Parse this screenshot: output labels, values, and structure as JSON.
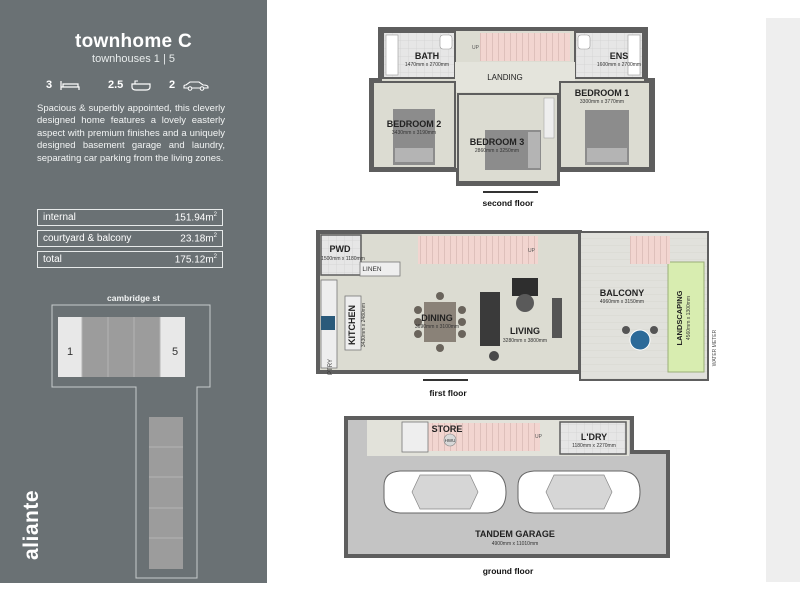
{
  "panel": {
    "title": "townhome C",
    "subtitle": "townhouses 1 | 5",
    "bedrooms": "3",
    "bathrooms": "2.5",
    "car_spaces": "2",
    "description": "Spacious & superbly appointed, this cleverly designed home features a lovely easterly aspect with premium finishes and a uniquely designed basement garage and laundry, separating car parking from the living zones.",
    "areas": [
      {
        "label": "internal",
        "value": "151.94m",
        "unit_sup": "2"
      },
      {
        "label": "courtyard & balcony",
        "value": "23.18m",
        "unit_sup": "2"
      },
      {
        "label": "total",
        "value": "175.12m",
        "unit_sup": "2"
      }
    ],
    "street": "cambridge st",
    "unit_left": "1",
    "unit_right": "5",
    "brand": "aliante"
  },
  "second_floor": {
    "label": "second floor",
    "rooms": {
      "bath": {
        "name": "BATH",
        "dim": "1470mm x 2700mm"
      },
      "ens": {
        "name": "ENS",
        "dim": "1600mm x 2700mm"
      },
      "landing": {
        "name": "LANDING"
      },
      "bed1": {
        "name": "BEDROOM 1",
        "dim": "3300mm x 3770mm"
      },
      "bed2": {
        "name": "BEDROOM 2",
        "dim": "3430mm x 3190mm"
      },
      "bed3": {
        "name": "BEDROOM 3",
        "dim": "2860mm x 3250mm"
      }
    },
    "up": "UP"
  },
  "first_floor": {
    "label": "first floor",
    "rooms": {
      "pwd": {
        "name": "PWD",
        "dim": "1500mm x 1180mm"
      },
      "linen": {
        "name": "LINEN"
      },
      "kitchen": {
        "name": "KITCHEN",
        "dim": "3430mm x 2480mm"
      },
      "dining": {
        "name": "DINING",
        "dim": "3690mm x 3100mm"
      },
      "living": {
        "name": "LIVING",
        "dim": "3280mm x 3800mm"
      },
      "balcony": {
        "name": "BALCONY",
        "dim": "4960mm x 3150mm"
      },
      "landscaping": {
        "name": "LANDSCAPING",
        "dim": "4560mm x 1300mm"
      },
      "ptry": {
        "name": "PTRY"
      }
    },
    "water_meter": "WATER METER",
    "up": "UP"
  },
  "ground_floor": {
    "label": "ground floor",
    "rooms": {
      "store": {
        "name": "STORE"
      },
      "hwu": {
        "name": "HWU"
      },
      "ldry": {
        "name": "L'DRY",
        "dim": "1180mm x 2270mm"
      },
      "garage": {
        "name": "TANDEM GARAGE",
        "dim": "4900mm x 11010mm"
      }
    },
    "up": "UP"
  },
  "colors": {
    "panel": "#6a7174",
    "floor": "#dcdcd2",
    "wall": "#5e5e5e",
    "stairs": "#f2d5d0",
    "bed_cover": "#8c8c8c",
    "landscaping": "#d8edb0",
    "garage_floor": "#c4c4c4"
  }
}
